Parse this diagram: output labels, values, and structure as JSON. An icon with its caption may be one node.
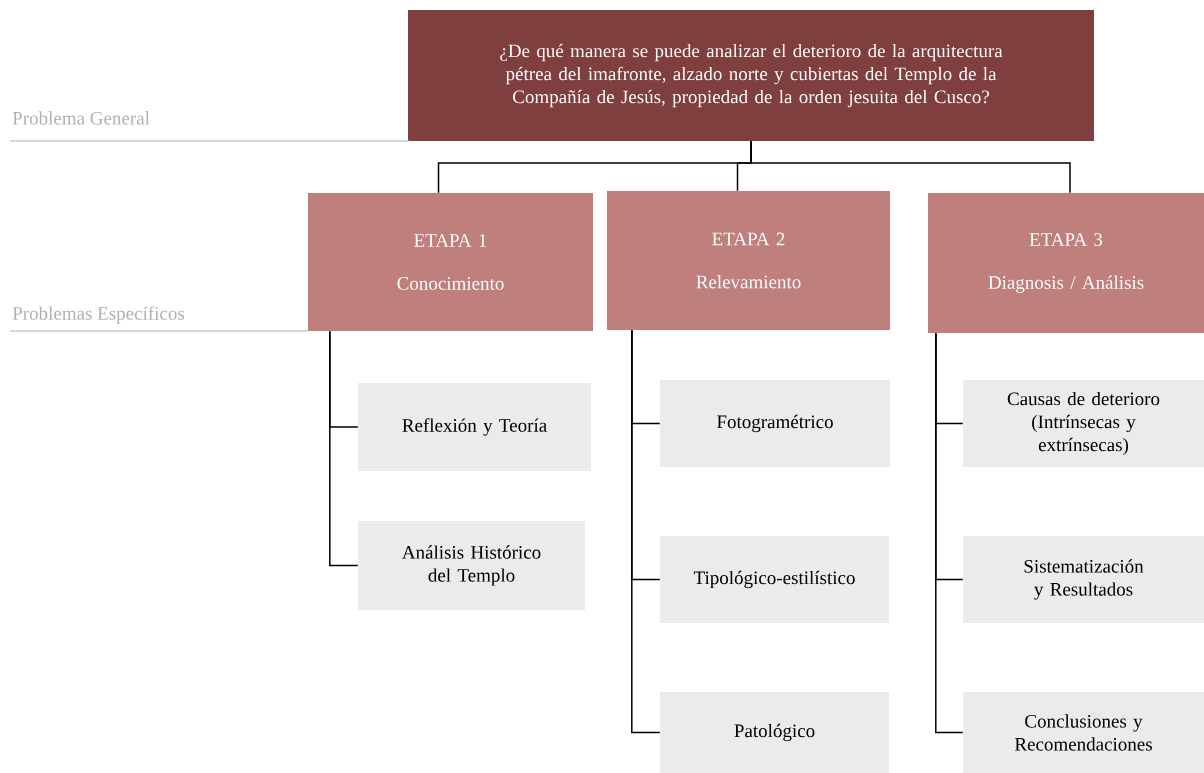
{
  "diagram": {
    "nodes": [
      {
        "text": [
          "¿De qué manera se puede analizar el deterioro de la arquitectura pétrea del imafronte, alzado norte y cubiertas del Templo de la Compañía de Jesús, propiedad de la orden jesuita del Cusco?"
        ]
      },
      {
        "text": [
          "ETAPA 1",
          "Conocimiento"
        ]
      },
      {
        "text": [
          "ETAPA 2",
          "Relevamiento"
        ]
      },
      {
        "text": [
          "ETAPA 3",
          "Diagnosis / Análisis"
        ]
      },
      {
        "text": [
          "Reflexión y Teoría"
        ]
      },
      {
        "text": [
          "Análisis Histórico del Templo"
        ]
      },
      {
        "text": [
          "Fotogramétrico"
        ]
      },
      {
        "text": [
          "Tipológico-estilístico"
        ]
      },
      {
        "text": [
          "Patológico"
        ]
      },
      {
        "text": [
          "Causas de deterioro (Intrínsecas y extrínsecas)"
        ]
      },
      {
        "text": [
          "Sistematización y Resultados"
        ]
      },
      {
        "text": [
          "Conclusiones y Recomendaciones"
        ]
      }
    ],
    "edges": [
      {
        "from": 0,
        "to": 1,
        "arrow": "none"
      },
      {
        "from": 0,
        "to": 2,
        "arrow": "none"
      },
      {
        "from": 0,
        "to": 3,
        "arrow": "none"
      },
      {
        "from": 1,
        "to": 4,
        "arrow": "none"
      },
      {
        "from": 1,
        "to": 5,
        "arrow": "none"
      },
      {
        "from": 2,
        "to": 6,
        "arrow": "none"
      },
      {
        "from": 2,
        "to": 7,
        "arrow": "none"
      },
      {
        "from": 2,
        "to": 8,
        "arrow": "none"
      },
      {
        "from": 3,
        "to": 9,
        "arrow": "none"
      },
      {
        "from": 3,
        "to": 10,
        "arrow": "none"
      },
      {
        "from": 3,
        "to": 11,
        "arrow": "none"
      }
    ],
    "labels": [
      "Problema General",
      "Problemas Específicos"
    ]
  }
}
